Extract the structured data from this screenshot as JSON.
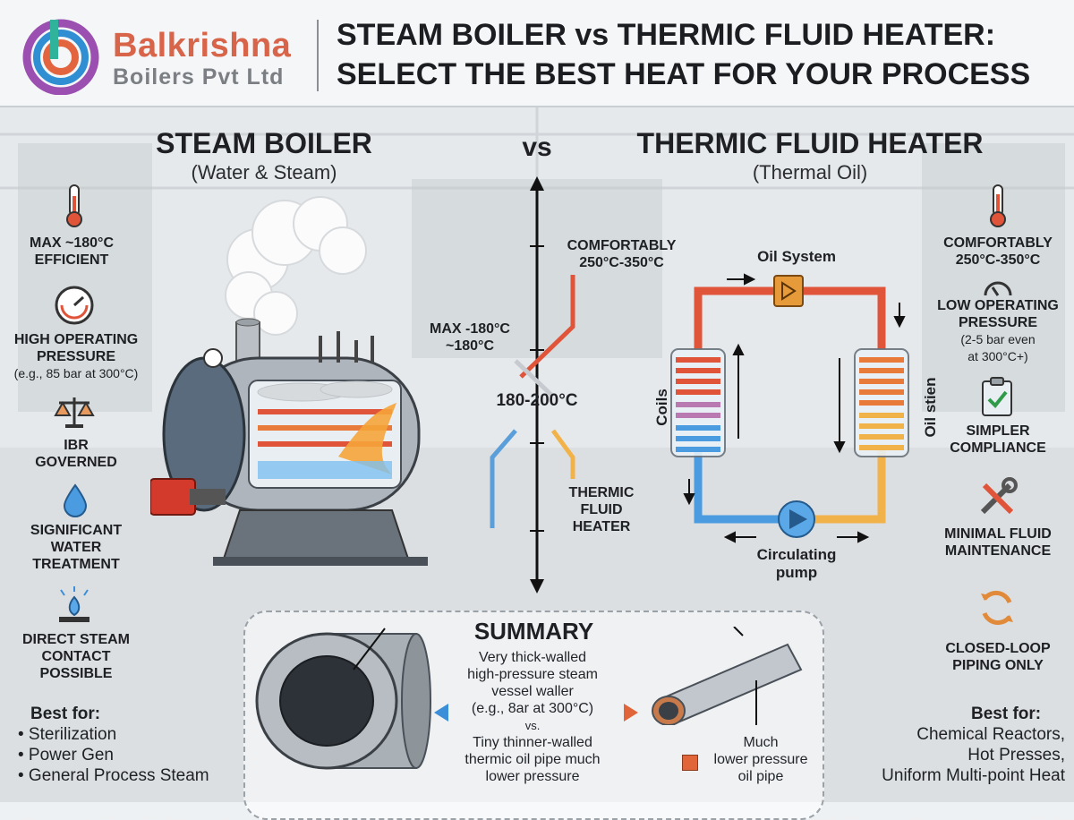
{
  "brand": {
    "name_line1": "Balkrishna",
    "name_line2": "Boilers Pvt Ltd"
  },
  "header": {
    "title_line1": "STEAM BOILER vs THERMIC FLUID HEATER:",
    "title_line2": "SELECT THE BEST HEAT FOR YOUR PROCESS"
  },
  "vs_label": "vs",
  "left": {
    "title": "STEAM BOILER",
    "subtitle": "(Water & Steam)",
    "features": [
      {
        "icon": "thermometer-icon",
        "l1": "MAX ~180°C",
        "l2": "EFFICIENT"
      },
      {
        "icon": "pressure-gauge-icon",
        "l1": "HIGH OPERATING",
        "l2": "PRESSURE",
        "l3": "(e.g., 85 bar at 300°C)"
      },
      {
        "icon": "scales-icon",
        "l1": "IBR",
        "l2": "GOVERNED"
      },
      {
        "icon": "water-drop-icon",
        "l1": "SIGNIFICANT",
        "l2": "WATER",
        "l3": "TREATMENT"
      },
      {
        "icon": "steam-burner-icon",
        "l1": "DIRECT STEAM",
        "l2": "CONTACT",
        "l3": "POSSIBLE"
      }
    ],
    "best_for_label": "Best for:",
    "best_for": [
      "• Sterilization",
      "• Power Gen",
      "• General Process Steam"
    ]
  },
  "right": {
    "title": "THERMIC FLUID HEATER",
    "subtitle": "(Thermal Oil)",
    "features": [
      {
        "icon": "thermometer-icon",
        "l1": "COMFORTABLY",
        "l2": "250°C-350°C"
      },
      {
        "icon": "pressure-gauge-icon",
        "l1": "LOW OPERATING",
        "l2": "PRESSURE",
        "l3": "(2-5 bar even",
        "l4": "at 300°C+)"
      },
      {
        "icon": "clipboard-check-icon",
        "l1": "SIMPLER",
        "l2": "COMPLIANCE"
      },
      {
        "icon": "tools-icon",
        "l1": "MINIMAL FLUID",
        "l2": "MAINTENANCE"
      },
      {
        "icon": "recycle-icon",
        "l1": "CLOSED-LOOP",
        "l2": "PIPING ONLY"
      }
    ],
    "best_for_label": "Best for:",
    "best_for": [
      "Chemical Reactors,",
      "Hot Presses,",
      "Uniform Multi-point Heat"
    ]
  },
  "axis": {
    "top_l1": "COMFORTABLY",
    "top_l2": "250°C-350°C",
    "mid_l1": "MAX -180°C",
    "mid_l2": "~180°C",
    "center": "180-200°C",
    "bot_l1": "THERMIC",
    "bot_l2": "FLUID",
    "bot_l3": "HEATER"
  },
  "oil_diagram": {
    "oil_system": "Oil System",
    "coils": "Coils",
    "oil_stem": "Oil stien",
    "pump_l1": "Circulating",
    "pump_l2": "pump"
  },
  "summary": {
    "title": "SUMMARY",
    "lines": [
      "Very thick-walled",
      "high-pressure steam",
      "vessel waller",
      "(e.g., 8ar at 300°C)",
      "vs.",
      "Tiny thinner-walled",
      "thermic oil pipe much",
      "lower pressure"
    ],
    "right_l1": "Much",
    "right_l2": "lower pressure",
    "right_l3": "oil pipe"
  },
  "colors": {
    "brand_orange": "#d8644a",
    "hot_red": "#e0553a",
    "cool_blue": "#3a8fd8",
    "oil_yellow": "#f2b24a"
  }
}
